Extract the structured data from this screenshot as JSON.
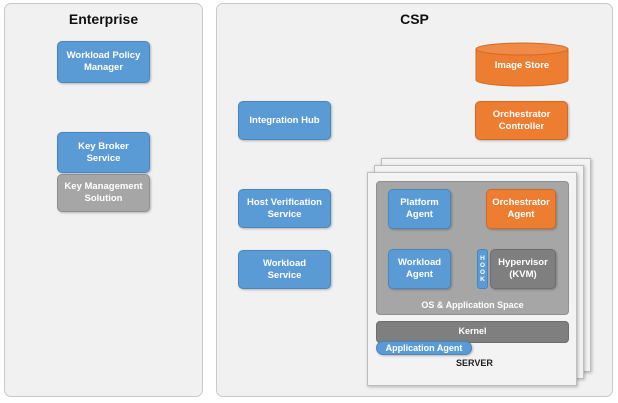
{
  "enterprise": {
    "title": "Enterprise",
    "workload_policy_manager": [
      "Workload Policy",
      "Manager"
    ],
    "key_broker_service": [
      "Key Broker",
      "Service"
    ],
    "key_management_solution": [
      "Key Management",
      "Solution"
    ]
  },
  "csp": {
    "title": "CSP",
    "image_store": "Image Store",
    "orchestrator_controller": [
      "Orchestrator",
      "Controller"
    ],
    "integration_hub": "Integration Hub",
    "host_verification_service": [
      "Host Verification",
      "Service"
    ],
    "workload_service": [
      "Workload",
      "Service"
    ]
  },
  "server": {
    "platform_agent": [
      "Platform",
      "Agent"
    ],
    "orchestrator_agent": [
      "Orchestrator",
      "Agent"
    ],
    "workload_agent": [
      "Workload",
      "Agent"
    ],
    "hook": [
      "H",
      "O",
      "O",
      "K"
    ],
    "hypervisor": [
      "Hypervisor",
      "(KVM)"
    ],
    "os_app_space": "OS & Application Space",
    "kernel": "Kernel",
    "application_agent": "Application Agent",
    "server_label": "SERVER"
  },
  "colors": {
    "blue": "#5b9bd5",
    "orange": "#ed7d31",
    "gray": "#a6a6a6",
    "dark_gray": "#7f7f7f",
    "panel": "#f1f1f1"
  }
}
